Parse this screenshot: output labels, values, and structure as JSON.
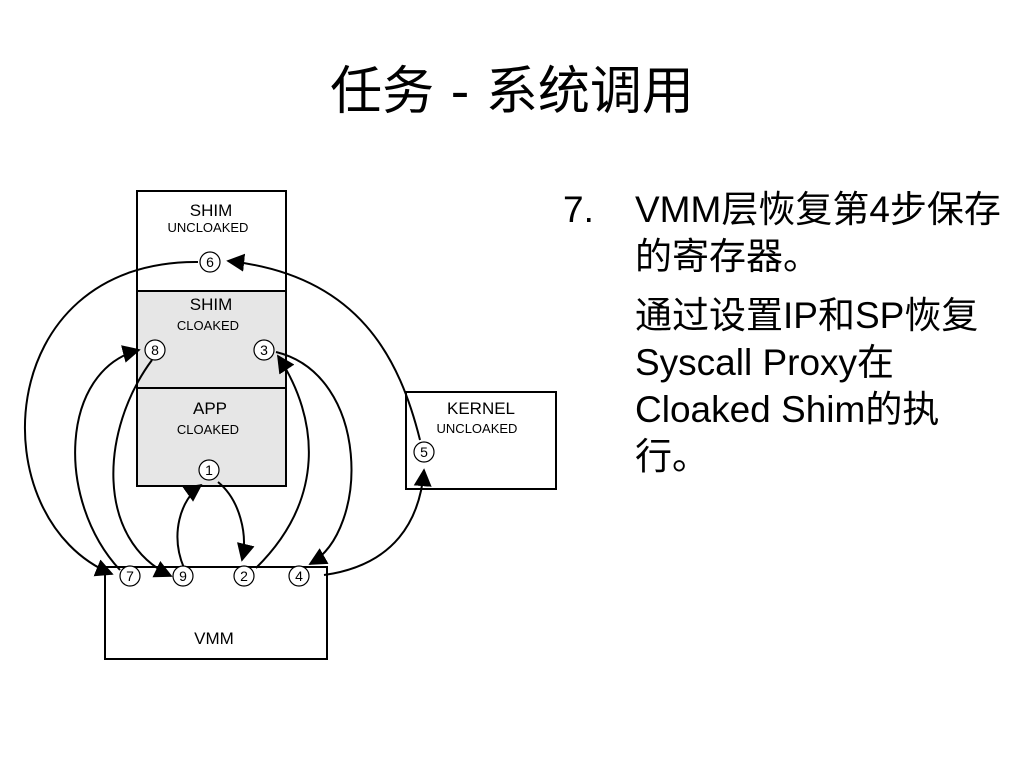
{
  "title": "任务 - 系统调用",
  "diagram": {
    "boxes": {
      "shim_uncloaked": {
        "title": "SHIM",
        "subtitle": "UNCLOAKED"
      },
      "shim_cloaked": {
        "title": "SHIM",
        "subtitle": "CLOAKED"
      },
      "app_cloaked": {
        "title": "APP",
        "subtitle": "CLOAKED"
      },
      "kernel": {
        "title": "KERNEL",
        "subtitle": "UNCLOAKED"
      },
      "vmm": {
        "title": "VMM"
      }
    },
    "steps": [
      "1",
      "2",
      "3",
      "4",
      "5",
      "6",
      "7",
      "8",
      "9"
    ],
    "colors": {
      "cloaked_fill": "#e6e6e6",
      "stroke": "#000000"
    }
  },
  "bullet": {
    "number": "7.",
    "line1": "VMM层恢复第4步保存的寄存器。",
    "line2": "通过设置IP和SP恢复Syscall Proxy在Cloaked Shim的执行。"
  }
}
